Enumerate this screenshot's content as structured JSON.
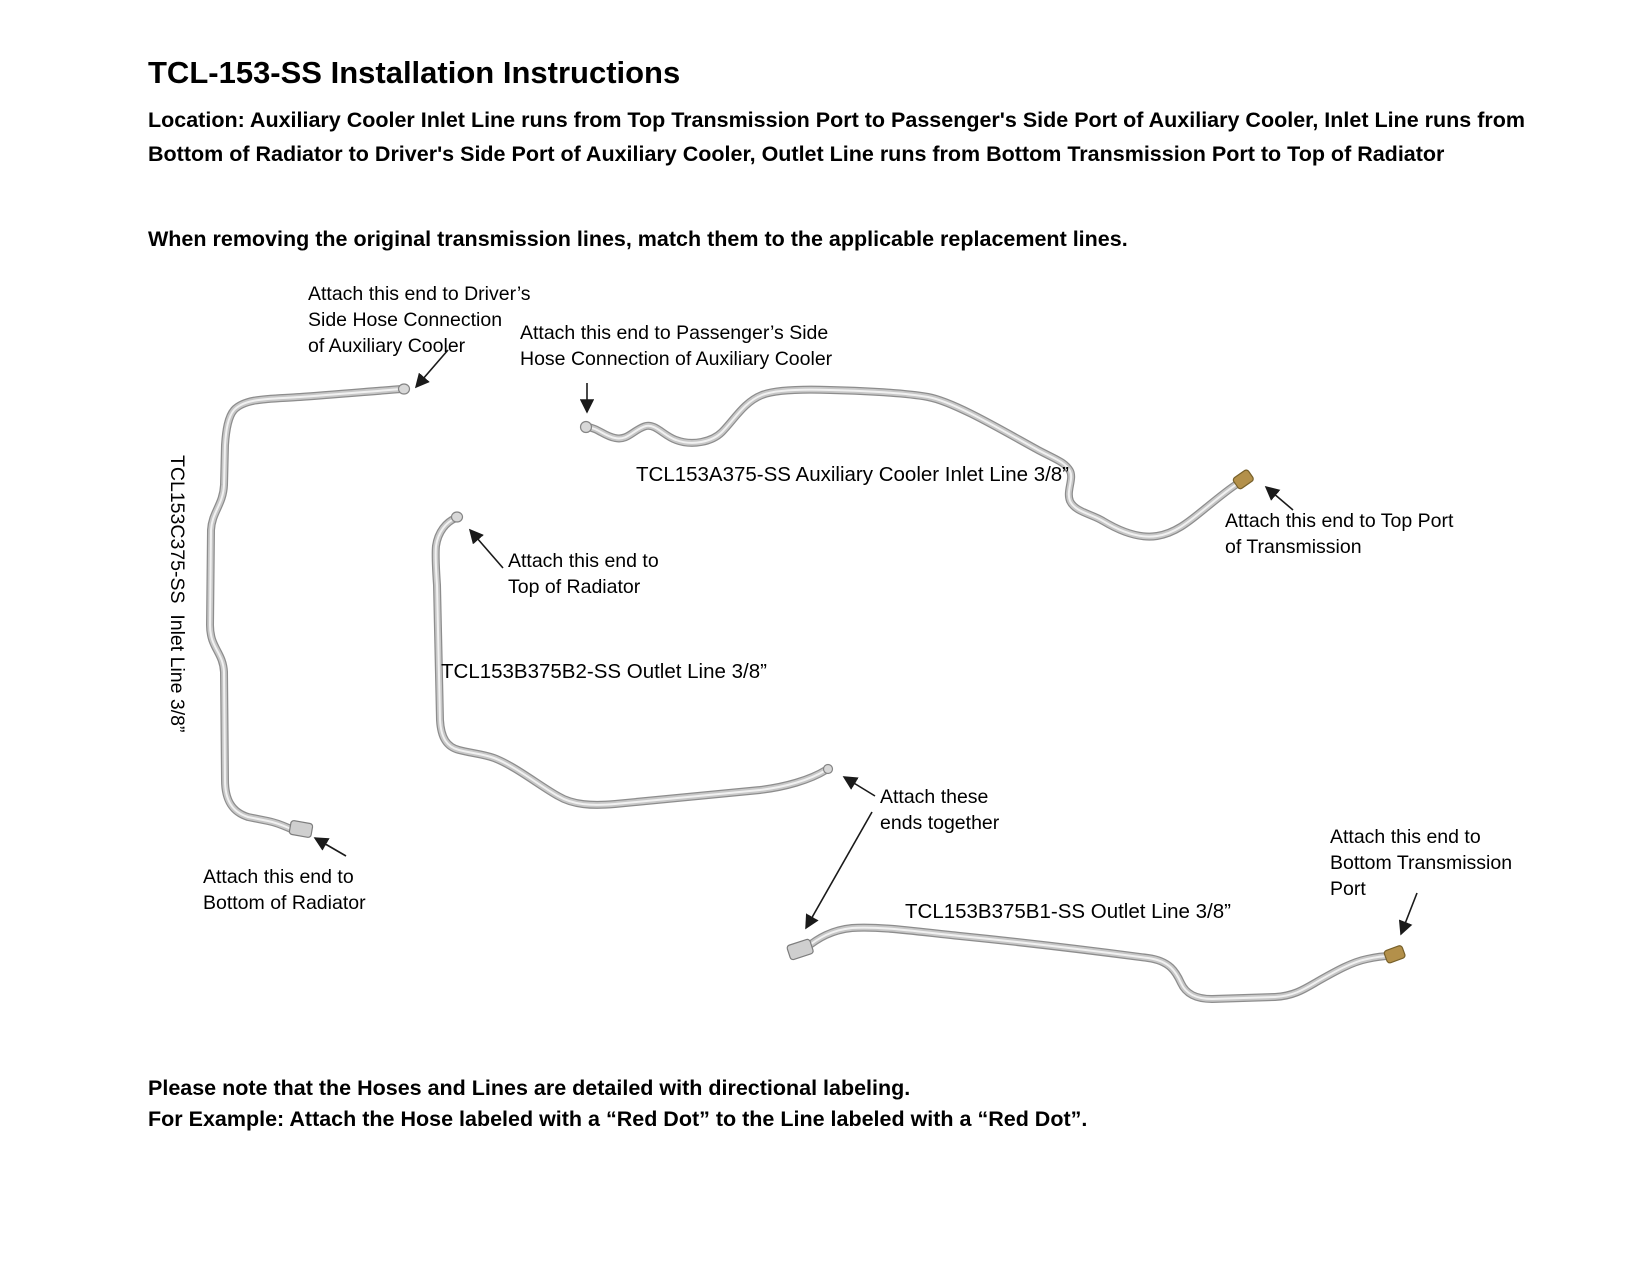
{
  "doc": {
    "title": "TCL-153-SS Installation Instructions",
    "location": "Location: Auxiliary Cooler Inlet Line runs from Top Transmission Port to Passenger's Side Port of Auxiliary Cooler, Inlet Line runs from Bottom of Radiator to Driver's Side Port of Auxiliary Cooler, Outlet Line runs from Bottom Transmission Port to Top of Radiator",
    "intro": "When removing the original transmission lines, match them to the applicable replacement lines.",
    "note_line1": "Please note that the Hoses and Lines are detailed with directional labeling.",
    "note_line2": "For Example: Attach the Hose labeled with a “Red Dot” to the Line labeled with a “Red Dot”."
  },
  "callouts": {
    "driver_side": "Attach this end to Driver’s\nSide Hose Connection\nof Auxiliary Cooler",
    "passenger_side": "Attach this end to Passenger’s Side\nHose Connection of Auxiliary Cooler",
    "top_port_transmission": "Attach this end to Top Port\nof Transmission",
    "top_of_radiator": "Attach this end to\nTop of Radiator",
    "ends_together": "Attach these\nends together",
    "bottom_of_radiator": "Attach this end to\nBottom of Radiator",
    "bottom_transmission_port": "Attach this end to\nBottom Transmission\nPort"
  },
  "part_labels": {
    "inlet_a": "TCL153A375-SS Auxiliary Cooler Inlet Line 3/8”",
    "inlet_c": "TCL153C375-SS  Inlet Line 3/8”",
    "outlet_b2": "TCL153B375B2-SS Outlet Line 3/8”",
    "outlet_b1": "TCL153B375B1-SS Outlet Line 3/8”"
  },
  "colors": {
    "tube": "#c7c7c7",
    "tube_shadow": "#8d8d8d",
    "tube_highlight": "#f1f1f1",
    "brass_fitting": "#b3904a",
    "silver_fitting": "#cfcfcf",
    "text": "#000000",
    "background": "#ffffff"
  }
}
